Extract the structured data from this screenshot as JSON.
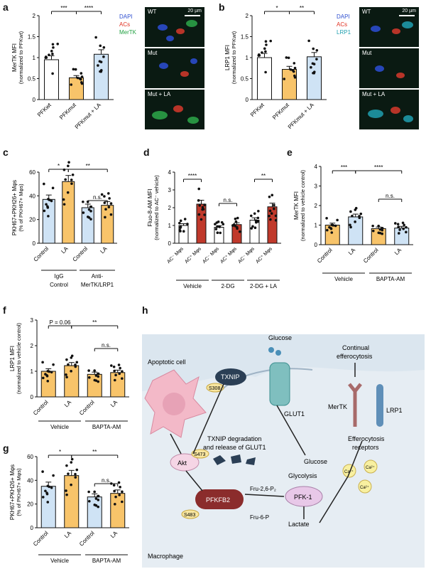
{
  "panels": {
    "a": {
      "label": "a",
      "ylabel": "MerTK MFI",
      "ylabel2": "(normalized to PFKwt)",
      "categories": [
        "PFKwt",
        "PFKmut",
        "PFKmut + LA"
      ],
      "sig": [
        "***",
        "****"
      ],
      "legend": [
        "DAPI",
        "ACs",
        "MerTK"
      ],
      "micro": [
        "WT",
        "Mut",
        "Mut + LA"
      ],
      "scale": "20 µm"
    },
    "b": {
      "label": "b",
      "ylabel": "LRP1 MFI",
      "ylabel2": "(normalized to PFKwt)",
      "categories": [
        "PFKwt",
        "PFKmut",
        "PFKmut + LA"
      ],
      "sig": [
        "*",
        "**"
      ],
      "legend": [
        "DAPI",
        "ACs",
        "LRP1"
      ],
      "micro": [
        "WT",
        "Mut",
        "Mut + LA"
      ],
      "scale": "20 µm"
    },
    "c": {
      "label": "c",
      "ylabel": "PKH67+PKH26+ Mφs",
      "ylabel2": "(% of PKH67+ Mφs)",
      "categories": [
        "Control",
        "LA",
        "Control",
        "LA"
      ],
      "groups": [
        "IgG",
        "Control",
        "Anti-",
        "MerTK/LRP1"
      ],
      "sig": [
        "*",
        "**",
        "n.s."
      ]
    },
    "d": {
      "label": "d",
      "ylabel": "Fluo-8-AM MFI",
      "ylabel2": "(normalized to AC⁻ vehicle)",
      "categories": [
        "AC⁻ Mφs",
        "AC⁺ Mφs",
        "AC⁻ Mφs",
        "AC⁺ Mφs",
        "AC⁻ Mφs",
        "AC⁺ Mφs"
      ],
      "groups": [
        "Vehicle",
        "2-DG",
        "2-DG + LA"
      ],
      "sig": [
        "****",
        "n.s.",
        "**"
      ]
    },
    "e": {
      "label": "e",
      "ylabel": "MerTK MFI",
      "ylabel2": "(normalized to vehicle control)",
      "categories": [
        "Control",
        "LA",
        "Control",
        "LA"
      ],
      "groups": [
        "Vehicle",
        "BAPTA-AM"
      ],
      "sig": [
        "***",
        "****",
        "n.s."
      ]
    },
    "f": {
      "label": "f",
      "ylabel": "LRP1 MFI",
      "ylabel2": "(normalized to vehicle control)",
      "categories": [
        "Control",
        "LA",
        "Control",
        "LA"
      ],
      "groups": [
        "Vehicle",
        "BAPTA-AM"
      ],
      "sig": [
        "P = 0.06",
        "**",
        "n.s."
      ]
    },
    "g": {
      "label": "g",
      "ylabel": "PKH67+PKH26+ Mφs",
      "ylabel2": "(% of PKH67+ Mφs)",
      "categories": [
        "Control",
        "LA",
        "Control",
        "LA"
      ],
      "groups": [
        "Vehicle",
        "BAPTA-AM"
      ],
      "sig": [
        "*",
        "**",
        "n.s."
      ]
    },
    "h": {
      "label": "h",
      "texts": {
        "apoptotic": "Apoptotic cell",
        "glucose_top": "Glucose",
        "txnip": "TXNIP",
        "s308": "S308",
        "glut1": "GLUT1",
        "degradation1": "TXNIP degradation",
        "degradation2": "and release of GLUT1",
        "akt": "Akt",
        "s473": "S473",
        "pfkfb2": "PFKFB2",
        "s483": "S483",
        "fru26": "Fru-2,6-P₂",
        "fru6": "Fru-6-P",
        "pfk1": "PFK-1",
        "glucose": "Glucose",
        "glycolysis": "Glycolysis",
        "lactate": "Lactate",
        "macrophage": "Macrophage",
        "continual1": "Continual",
        "continual2": "efferocytosis",
        "mertk": "MerTK",
        "lrp1": "LRP1",
        "receptors1": "Efferocytosis",
        "receptors2": "receptors",
        "ca": "Ca²⁺"
      }
    }
  },
  "colors": {
    "orange": "#f8c46a",
    "blue": "#cfe3f5",
    "white": "#ffffff",
    "red": "#c0392b",
    "dark_red": "#8b2c2c",
    "nav": "#2b3f55"
  },
  "chart_data": [
    {
      "type": "bar",
      "panel": "a",
      "categories": [
        "PFKwt",
        "PFKmut",
        "PFKmut + LA"
      ],
      "values": [
        0.95,
        0.52,
        1.08
      ],
      "ylim": [
        0,
        2.0
      ],
      "yticks": [
        0,
        0.5,
        1.0,
        1.5,
        2.0
      ]
    },
    {
      "type": "bar",
      "panel": "b",
      "categories": [
        "PFKwt",
        "PFKmut",
        "PFKmut + LA"
      ],
      "values": [
        1.0,
        0.72,
        1.02
      ],
      "ylim": [
        0,
        2.0
      ],
      "yticks": [
        0,
        0.5,
        1.0,
        1.5,
        2.0
      ]
    },
    {
      "type": "bar",
      "panel": "c",
      "categories": [
        "Control",
        "LA",
        "Control",
        "LA"
      ],
      "values": [
        37,
        52,
        30,
        32
      ],
      "ylim": [
        0,
        60
      ],
      "yticks": [
        0,
        20,
        40,
        60
      ]
    },
    {
      "type": "bar",
      "panel": "d",
      "categories": [
        "AC⁻ Mφs",
        "AC⁺ Mφs",
        "AC⁻ Mφs",
        "AC⁺ Mφs",
        "AC⁻ Mφs",
        "AC⁺ Mφs"
      ],
      "values": [
        1.0,
        2.2,
        0.9,
        1.05,
        1.3,
        2.05
      ],
      "ylim": [
        0,
        4
      ],
      "yticks": [
        0,
        1,
        2,
        3,
        4
      ]
    },
    {
      "type": "bar",
      "panel": "e",
      "categories": [
        "Control",
        "LA",
        "Control",
        "LA"
      ],
      "values": [
        1.0,
        1.42,
        0.82,
        0.85
      ],
      "ylim": [
        0,
        4
      ],
      "yticks": [
        0,
        1,
        2,
        3,
        4
      ]
    },
    {
      "type": "bar",
      "panel": "f",
      "categories": [
        "Control",
        "LA",
        "Control",
        "LA"
      ],
      "values": [
        1.0,
        1.22,
        0.88,
        0.95
      ],
      "ylim": [
        0,
        3
      ],
      "yticks": [
        0,
        1,
        2,
        3
      ]
    },
    {
      "type": "bar",
      "panel": "g",
      "categories": [
        "Control",
        "LA",
        "Control",
        "LA"
      ],
      "values": [
        35,
        44,
        26,
        29
      ],
      "ylim": [
        0,
        60
      ],
      "yticks": [
        0,
        20,
        40,
        60
      ]
    }
  ]
}
